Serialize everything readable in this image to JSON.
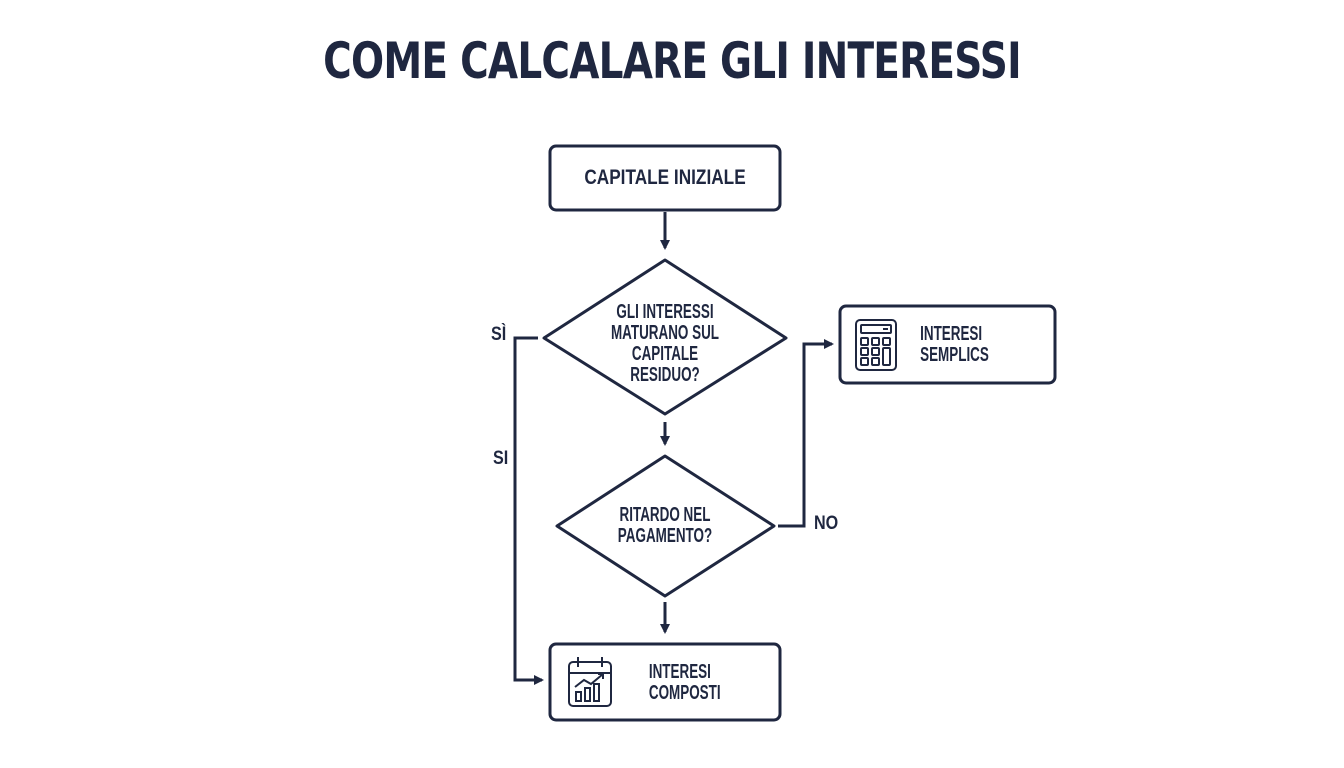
{
  "title": "COME CALCALARE GLI INTERESSI",
  "nodes": {
    "start": {
      "label": "CAPITALE INIZIALE"
    },
    "decision1": {
      "line1": "GLI INTERESSI",
      "line2": "MATURANO SUL",
      "line3": "CAPITALE",
      "line4": "RESIDUO?"
    },
    "decision2": {
      "line1": "RITARDO NEL",
      "line2": "PAGAMENTO?"
    },
    "simple": {
      "line1": "INTERESI",
      "line2": "SEMPLICS",
      "icon": "calculator-icon"
    },
    "compound": {
      "line1": "INTERESI",
      "line2": "COMPOSTI",
      "icon": "calendar-chart-icon"
    }
  },
  "edge_labels": {
    "yes_accent": "SÌ",
    "yes_plain": "SI",
    "no": "NO"
  },
  "colors": {
    "ink": "#1f2740",
    "background": "#ffffff"
  }
}
